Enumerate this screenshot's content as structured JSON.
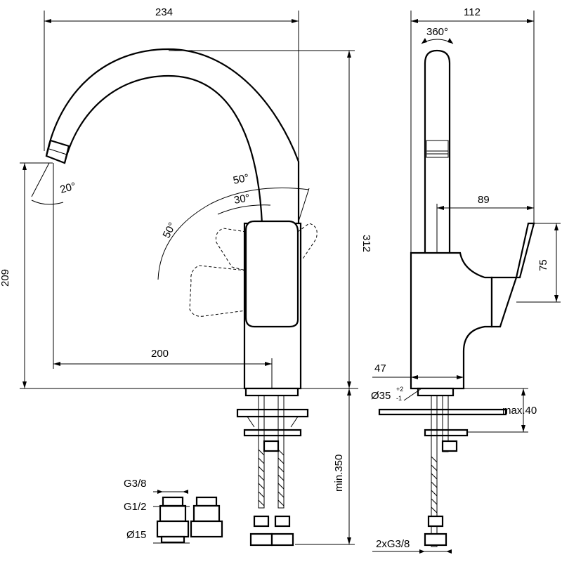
{
  "front": {
    "width": "234",
    "height": "312",
    "spout_height": "209",
    "reach": "200",
    "spout_angle": "20°",
    "lever_angle_a": "50°",
    "lever_angle_b": "30°",
    "lever_angle_c": "50°",
    "hose_length": "min.350"
  },
  "side": {
    "depth": "112",
    "rotation": "360°",
    "lever_reach": "89",
    "lever_height": "75",
    "base_offset": "47",
    "hole_diameter": "Ø35",
    "hole_tol_plus": "+2",
    "hole_tol_minus": "-1",
    "counter_thickness": "max.40",
    "hose_thread": "2xG3/8"
  },
  "connectors": {
    "thread_small": "G3/8",
    "thread_large": "G1/2",
    "pipe_diameter": "Ø15"
  }
}
